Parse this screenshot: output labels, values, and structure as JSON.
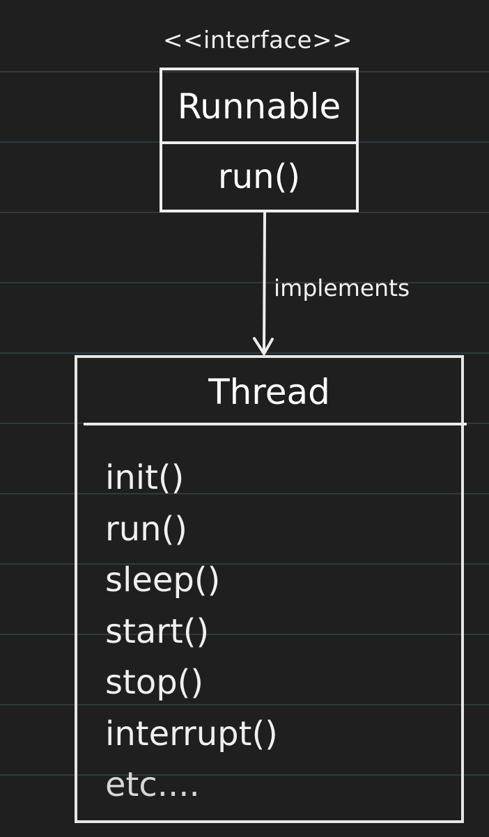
{
  "interface": {
    "stereotype": "<<interface>>",
    "name": "Runnable",
    "methods": [
      "run()"
    ]
  },
  "relationship": {
    "label": "implements"
  },
  "class": {
    "name": "Thread",
    "methods": [
      "init()",
      "run()",
      "sleep()",
      "start()",
      "stop()",
      "interrupt()",
      "etc...."
    ]
  },
  "colors": {
    "background": "#1f1f1f",
    "ruled_lines": "#2c3a44",
    "stroke": "#ededed",
    "text": "#f2f2f2"
  }
}
